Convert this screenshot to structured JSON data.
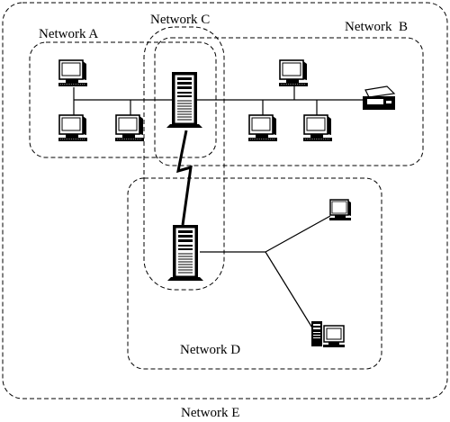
{
  "diagram": {
    "networks": [
      {
        "id": "A",
        "label": "Network A"
      },
      {
        "id": "B",
        "label": "Network  B"
      },
      {
        "id": "C",
        "label": "Network C"
      },
      {
        "id": "D",
        "label": "Network D"
      },
      {
        "id": "E",
        "label": "Network E"
      }
    ],
    "devices": {
      "workstations_network_a": 3,
      "workstations_network_b": 3,
      "printers_network_b": 1,
      "servers": 2,
      "workstations_network_d": 2
    },
    "links": [
      {
        "from": "server-top",
        "to": "server-bottom",
        "type": "wireless"
      }
    ]
  }
}
